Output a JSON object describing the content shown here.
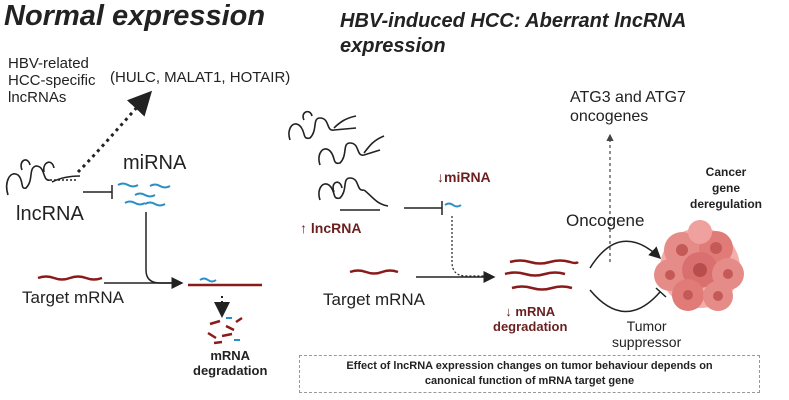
{
  "left_panel": {
    "title": "Normal expression",
    "hbv_related": [
      "HBV-related",
      "HCC-specific",
      "lncRNAs"
    ],
    "examples": "(HULC, MALAT1, HOTAIR)",
    "mirna": "miRNA",
    "lncrna": "lncRNA",
    "target": "Target mRNA",
    "degradation": [
      "mRNA",
      "degradation"
    ]
  },
  "right_panel": {
    "title": [
      "HBV-induced HCC: Aberrant lncRNA",
      "expression"
    ],
    "atg": [
      "ATG3 and ATG7",
      "oncogenes"
    ],
    "mirna_down": "↓miRNA",
    "lncrna_up": "↑ lncRNA",
    "target": "Target mRNA",
    "degradation": [
      "↓ mRNA",
      "degradation"
    ],
    "oncogene": "Oncogene",
    "tumor_suppressor": [
      "Tumor",
      "suppressor"
    ],
    "cancer": [
      "Cancer",
      "gene",
      "deregulation"
    ],
    "note": [
      "Effect of lncRNA expression changes on tumor behaviour depends on",
      "canonical function of mRNA target gene"
    ]
  },
  "colors": {
    "mrna": "#8b1a1a",
    "mirna": "#2a8fc4",
    "dark_red_text": "#6b1f1f",
    "tumor": "#d9706f"
  }
}
